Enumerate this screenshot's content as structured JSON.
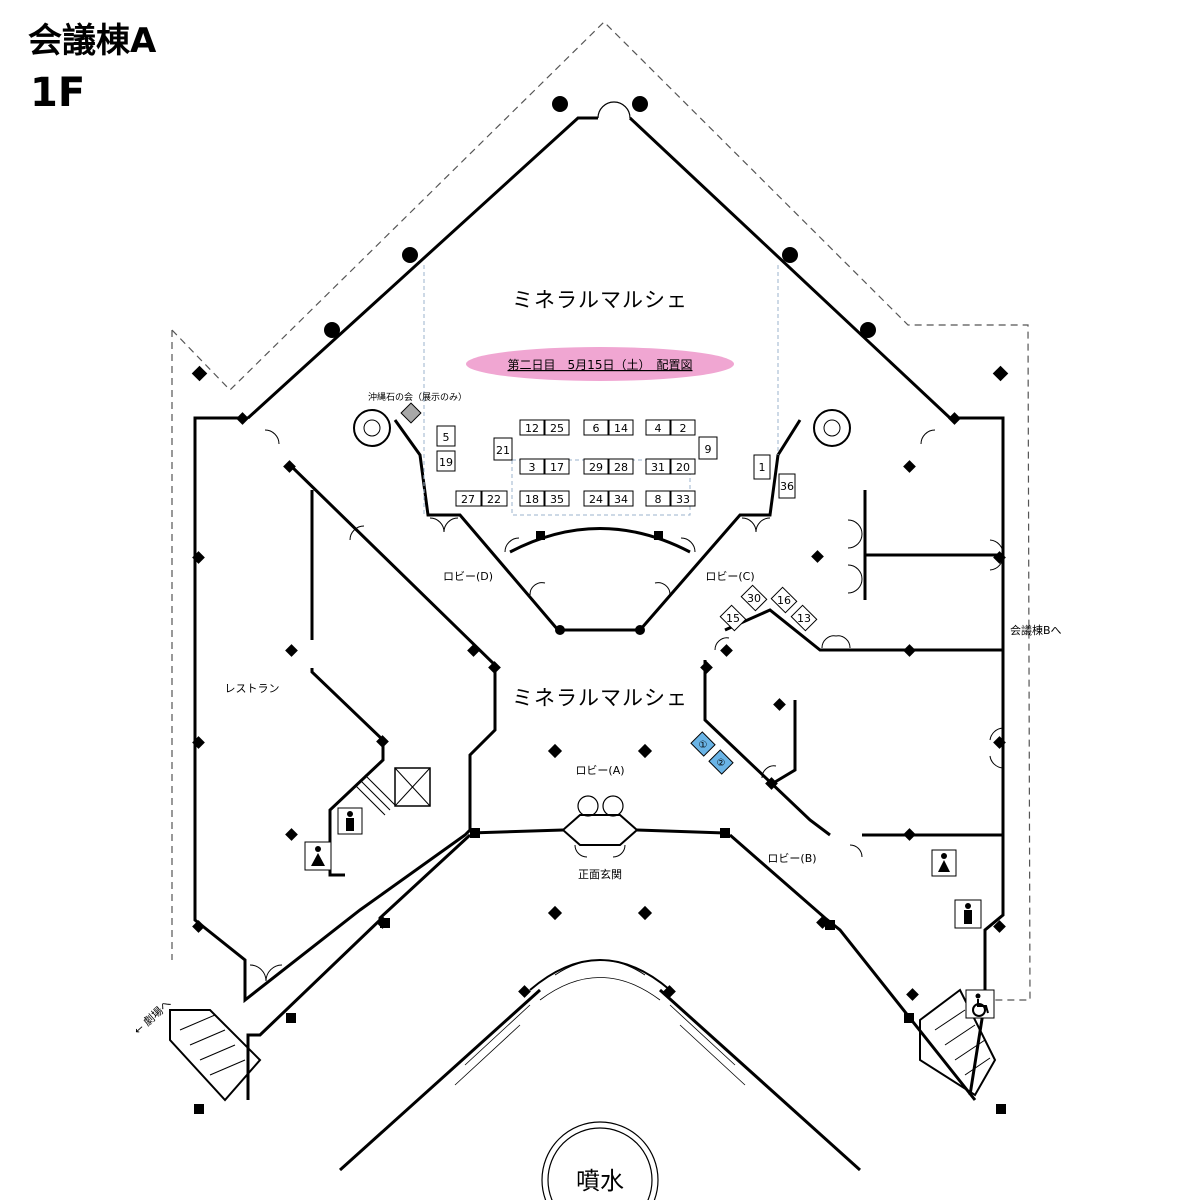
{
  "header": {
    "building": "会議棟A",
    "floor": "1F"
  },
  "banner": {
    "text": "第二日目　5月15日（土）　配置図",
    "color": "#f0a6d2",
    "text_color": "#1a1aa0"
  },
  "areas": {
    "marche_top": "ミネラルマルシェ",
    "marche_center": "ミネラルマルシェ",
    "lobby_a": "ロビー(A)",
    "lobby_b": "ロビー(B)",
    "lobby_c": "ロビー(C)",
    "lobby_d": "ロビー(D)",
    "restaurant": "レストラン",
    "entrance": "正面玄関",
    "fountain": "噴水",
    "to_building_b": "会議棟Bへ",
    "to_theater": "← 劇場へ",
    "okinawa_stone": "沖縄石の会（展示のみ）"
  },
  "booths": [
    "12",
    "25",
    "6",
    "14",
    "4",
    "2",
    "5",
    "19",
    "21",
    "9",
    "3",
    "17",
    "29",
    "28",
    "31",
    "20",
    "1",
    "36",
    "27",
    "22",
    "18",
    "35",
    "24",
    "34",
    "8",
    "33",
    "30",
    "16",
    "15",
    "13"
  ],
  "special_booths": {
    "labels": [
      "①",
      "②"
    ],
    "color": "#6ab4e6"
  },
  "icons": [
    "restroom-male-icon",
    "restroom-female-icon",
    "wheelchair-icon",
    "elevator-icon",
    "stairs-icon"
  ],
  "colors": {
    "special_booth": "#6ab4e6",
    "okinawa_stone_booth": "#a8a8a8"
  }
}
